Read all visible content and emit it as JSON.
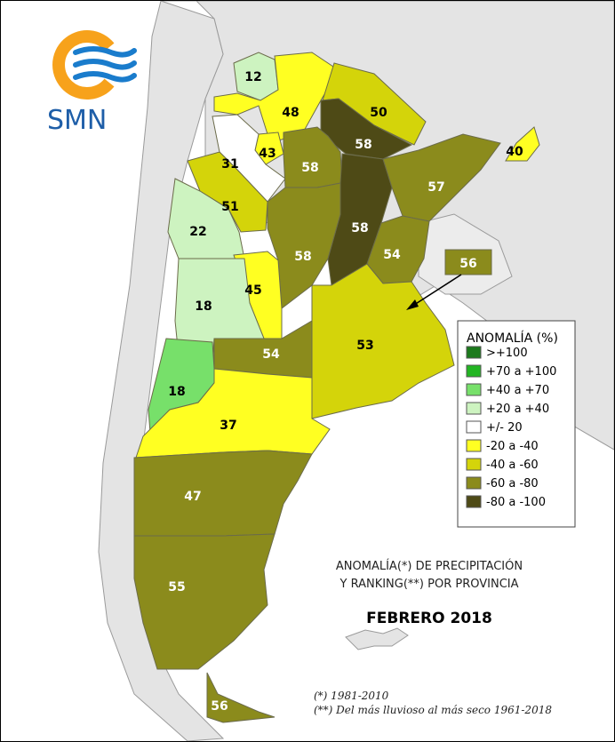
{
  "logo": {
    "text": "SMN"
  },
  "colors": {
    "gt100": "#1c7a1c",
    "p70_100": "#22b522",
    "p40_70": "#77e06a",
    "p20_40": "#cdf3c0",
    "pm20": "#ffffff",
    "m20_40": "#ffff22",
    "m40_60": "#d4d40a",
    "m60_80": "#8b8b1c",
    "m80_100": "#4e4a16",
    "land": "#e4e4e4",
    "sea": "#ffffff"
  },
  "legend": {
    "title": "ANOMALÍA (%)",
    "items": [
      {
        "label": ">+100",
        "color": "#1c7a1c"
      },
      {
        "label": "+70 a +100",
        "color": "#22b522"
      },
      {
        "label": "+40 a +70",
        "color": "#77e06a"
      },
      {
        "label": "+20 a +40",
        "color": "#cdf3c0"
      },
      {
        "label": "+/- 20",
        "color": "#ffffff"
      },
      {
        "label": "-20 a -40",
        "color": "#ffff22"
      },
      {
        "label": "-40 a -60",
        "color": "#d4d40a"
      },
      {
        "label": "-60 a -80",
        "color": "#8b8b1c"
      },
      {
        "label": "-80 a -100",
        "color": "#4e4a16"
      }
    ]
  },
  "caption": {
    "line1": "ANOMALÍA(*) DE PRECIPITACIÓN",
    "line2": "Y RANKING(**) POR PROVINCIA",
    "date": "FEBRERO 2018"
  },
  "footnotes": {
    "f1": "(*)  1981-2010",
    "f2": "(**) Del más lluvioso al más seco 1961-2018"
  },
  "provinces": [
    {
      "id": "jujuy",
      "rank": "12",
      "class": "+20 a +40"
    },
    {
      "id": "salta",
      "rank": "48",
      "class": "-20 a -40"
    },
    {
      "id": "formosa",
      "rank": "50",
      "class": "-40 a -60"
    },
    {
      "id": "chaco",
      "rank": "58",
      "class": "-80 a -100"
    },
    {
      "id": "misiones",
      "rank": "40",
      "class": "-20 a -40"
    },
    {
      "id": "tucuman",
      "rank": "43",
      "class": "-20 a -40"
    },
    {
      "id": "catamarca",
      "rank": "31",
      "class": "+/- 20"
    },
    {
      "id": "santiago-del-estero",
      "rank": "58",
      "class": "-60 a -80"
    },
    {
      "id": "santa-fe",
      "rank": "58",
      "class": "-80 a -100"
    },
    {
      "id": "corrientes",
      "rank": "57",
      "class": "-60 a -80"
    },
    {
      "id": "la-rioja",
      "rank": "51",
      "class": "-40 a -60"
    },
    {
      "id": "san-juan",
      "rank": "22",
      "class": "+20 a +40"
    },
    {
      "id": "cordoba",
      "rank": "58",
      "class": "-60 a -80"
    },
    {
      "id": "entre-rios",
      "rank": "54",
      "class": "-60 a -80"
    },
    {
      "id": "caba",
      "rank": "56",
      "class": "-60 a -80"
    },
    {
      "id": "san-luis",
      "rank": "45",
      "class": "-20 a -40"
    },
    {
      "id": "mendoza",
      "rank": "18",
      "class": "+20 a +40"
    },
    {
      "id": "buenos-aires",
      "rank": "53",
      "class": "-40 a -60"
    },
    {
      "id": "la-pampa",
      "rank": "54",
      "class": "-60 a -80"
    },
    {
      "id": "neuquen",
      "rank": "18",
      "class": "+40 a +70"
    },
    {
      "id": "rio-negro",
      "rank": "37",
      "class": "-20 a -40"
    },
    {
      "id": "chubut",
      "rank": "47",
      "class": "-60 a -80"
    },
    {
      "id": "santa-cruz",
      "rank": "55",
      "class": "-60 a -80"
    },
    {
      "id": "tierra-del-fuego",
      "rank": "56",
      "class": "-60 a -80"
    }
  ]
}
